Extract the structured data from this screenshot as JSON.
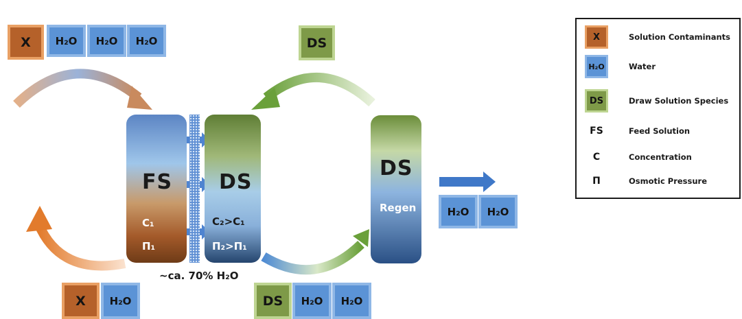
{
  "colors": {
    "water": "#5b93d6",
    "contaminant": "#b5612a",
    "draw_solution": "#7e9a48",
    "arrow_orange": "#e07a2c",
    "arrow_green": "#6aa03a",
    "arrow_blue": "#3f78c8"
  },
  "chips": {
    "water": "H₂O",
    "contaminant": "X",
    "draw_solution": "DS"
  },
  "columns": {
    "feed": {
      "label": "FS",
      "concentration": "C₁",
      "pressure": "Π₁"
    },
    "draw": {
      "label": "DS",
      "concentration": "C₂>C₁",
      "pressure": "Π₂>Π₁"
    },
    "regen": {
      "label": "DS",
      "sublabel": "Regen"
    }
  },
  "membrane_note": "~ca. 70% H₂O",
  "legend": [
    {
      "symbol": "X",
      "style": "contaminant",
      "label": "Solution Contaminants"
    },
    {
      "symbol": "H₂O",
      "style": "water",
      "label": "Water"
    },
    {
      "symbol": "DS",
      "style": "draw_solution",
      "label": "Draw Solution Species"
    },
    {
      "symbol": "FS",
      "style": "plain",
      "label": "Feed Solution"
    },
    {
      "symbol": "C",
      "style": "plain",
      "label": "Concentration"
    },
    {
      "symbol": "Π",
      "style": "plain",
      "label": "Osmotic Pressure"
    }
  ]
}
